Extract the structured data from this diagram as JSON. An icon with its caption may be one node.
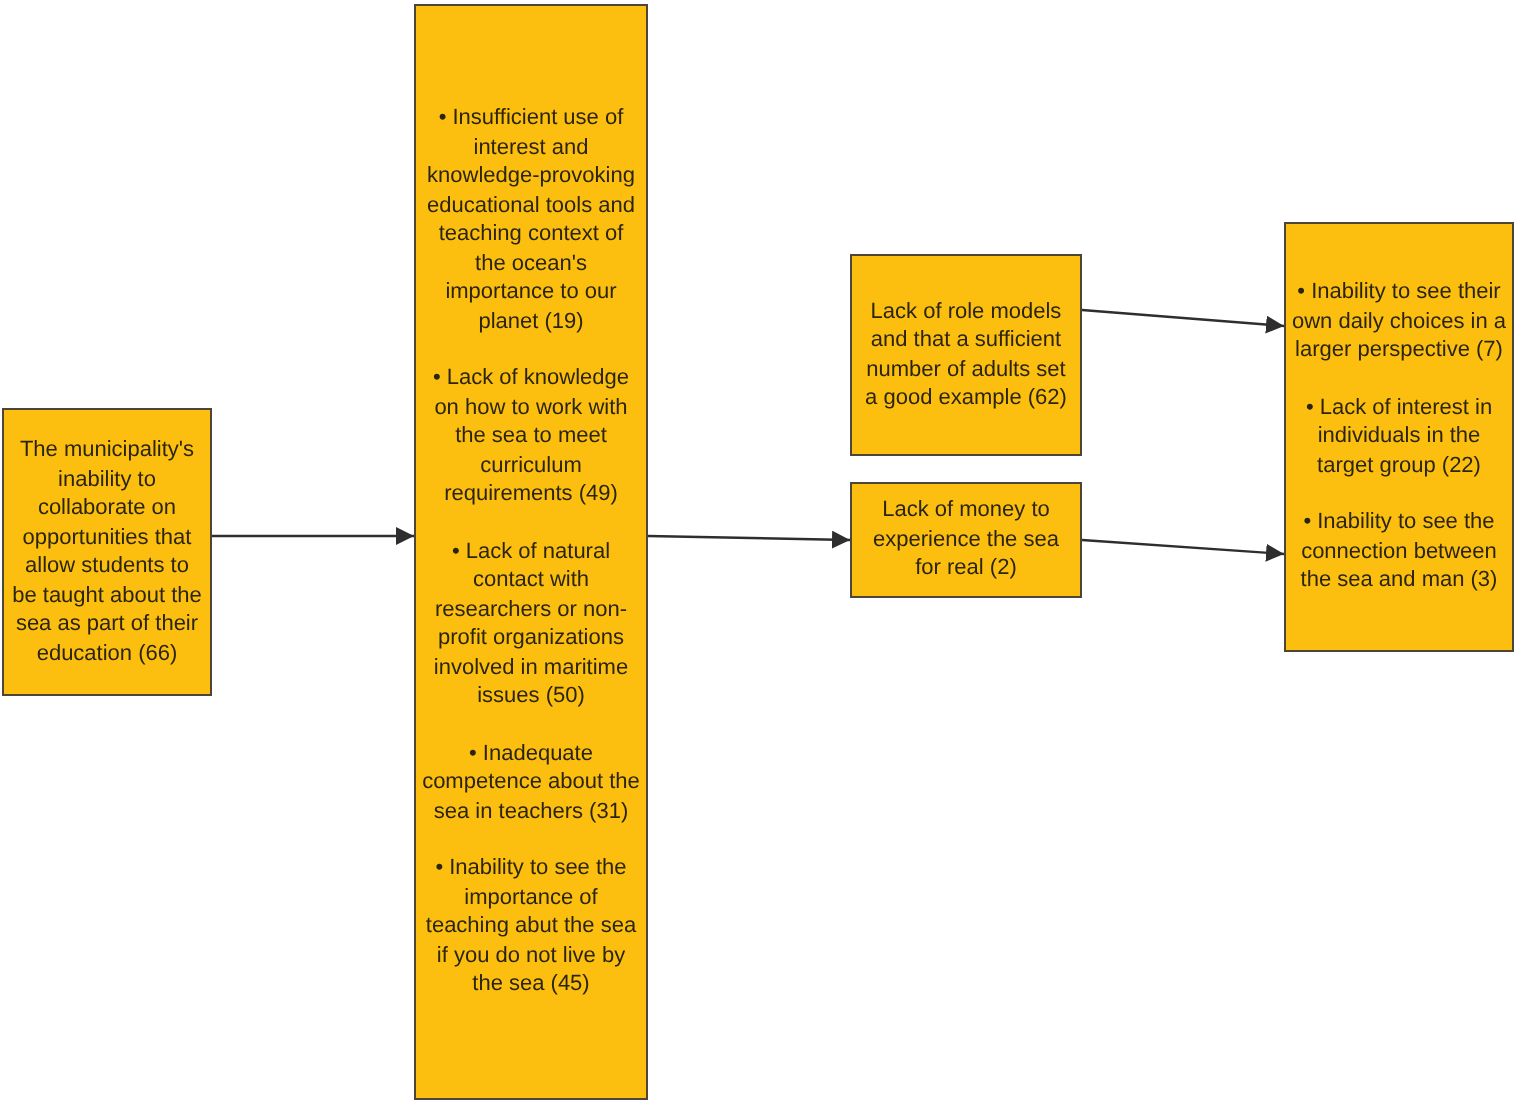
{
  "diagram": {
    "nodes": [
      {
        "text": [
          "The municipality's inability to collaborate on opportunities that allow students to be taught about the sea as part of their education (66)"
        ]
      },
      {
        "text": [
          "• Insufficient use of interest and knowledge-provoking educational tools and teaching context of the ocean's importance to our planet (19)",
          "• Lack of knowledge on how to work with the sea to meet curriculum requirements (49)",
          "• Lack of natural contact with researchers or non-profit organizations involved in maritime issues (50)",
          "• Inadequate competence about the sea in teachers (31)",
          "• Inability to see the importance of teaching abut the sea if you do not live by the sea (45)"
        ]
      },
      {
        "text": [
          "Lack of role models and that a sufficient number of adults set a good example (62)"
        ]
      },
      {
        "text": [
          "Lack of money to experience the sea for real (2)"
        ]
      },
      {
        "text": [
          "• Inability to see their own daily choices in a larger perspective (7)",
          "• Lack of interest in individuals in the target group (22)",
          "• Inability to see the connection between the sea and man (3)"
        ]
      }
    ],
    "edges": [
      {
        "from": 0,
        "to": 1,
        "arrow": "to"
      },
      {
        "from": 1,
        "to": 3,
        "arrow": "to"
      },
      {
        "from": 2,
        "to": 4,
        "arrow": "to"
      },
      {
        "from": 3,
        "to": 4,
        "arrow": "to"
      }
    ]
  }
}
